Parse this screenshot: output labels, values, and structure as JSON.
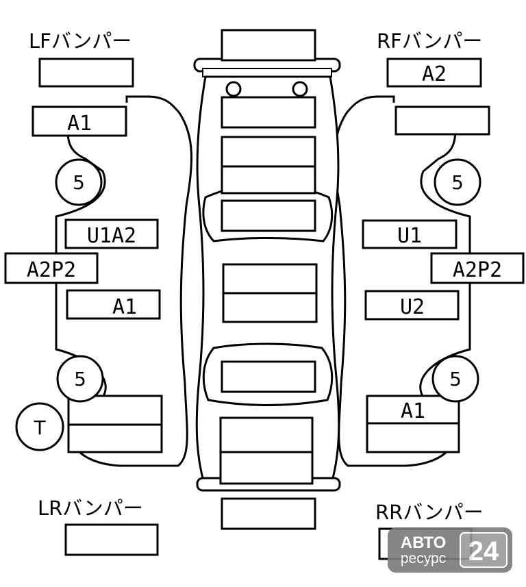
{
  "bumpers": {
    "lf": {
      "label": "LFバンパー",
      "value": ""
    },
    "rf": {
      "label": "RFバンパー",
      "value": "A2"
    },
    "lr": {
      "label": "LRバンパー",
      "value": ""
    },
    "rr": {
      "label": "RRバンパー",
      "value": ""
    }
  },
  "left_side": {
    "fender_front": "A1",
    "door_front": "U1A2",
    "pillar": "A2P2",
    "door_rear": "A1",
    "quarter_upper": "",
    "quarter_lower": "",
    "wheel_front": "5",
    "wheel_rear": "5",
    "tire_marker": "T"
  },
  "right_side": {
    "fender_front": "",
    "door_front": "U1",
    "pillar": "A2P2",
    "door_rear": "U2",
    "quarter_upper": "A1",
    "quarter_lower": "",
    "wheel_front": "5",
    "wheel_rear": "5"
  },
  "center": {
    "front_bumper": "",
    "hood_upper": "",
    "hood_lower_a": "",
    "hood_lower_b": "",
    "windshield": "",
    "roof_upper": "",
    "roof_lower": "",
    "rear_window": "",
    "trunk_upper": "",
    "trunk_lower": "",
    "rear_bumper": ""
  },
  "watermark": {
    "line1": "АВТО",
    "line2": "ресурс",
    "digits": "24"
  },
  "colors": {
    "line": "#000000",
    "watermark_bg": "#7a7a7a",
    "watermark_text": "#ffffff"
  }
}
